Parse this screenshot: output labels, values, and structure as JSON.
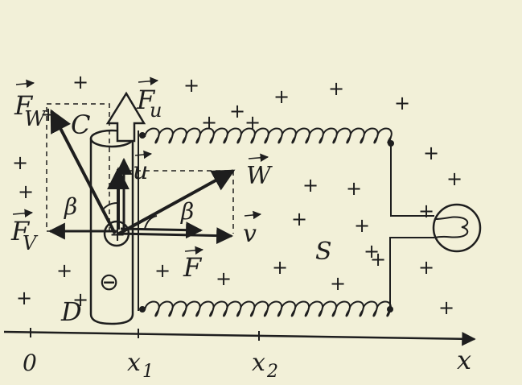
{
  "labels": {
    "Fw": "F",
    "Fw_sub": "W",
    "Fu": "F",
    "Fu_sub": "u",
    "Fv": "F",
    "Fv_sub": "V",
    "F": "F",
    "u": "u",
    "w": "W",
    "v": "v",
    "C": "C",
    "D": "D",
    "S": "S",
    "beta_left": "β",
    "beta_right": "β",
    "positive_charge": "+",
    "negative_charge": "⊖",
    "axis_x": "x"
  },
  "axis_ticks": [
    {
      "label": "0",
      "sub": ""
    },
    {
      "label": "x",
      "sub": "1"
    },
    {
      "label": "x",
      "sub": "2"
    }
  ],
  "plus_marks": [
    "+",
    "+",
    "+",
    "+",
    "+",
    "+",
    "+",
    "+",
    "+",
    "+",
    "+",
    "+",
    "+",
    "+",
    "+",
    "+",
    "+",
    "+",
    "+",
    "+",
    "+",
    "+",
    "+",
    "+",
    "+",
    "+",
    "+",
    "+",
    "+"
  ],
  "colors": {
    "ink": "#1e1e1e",
    "paper": "#f2f0d8"
  }
}
